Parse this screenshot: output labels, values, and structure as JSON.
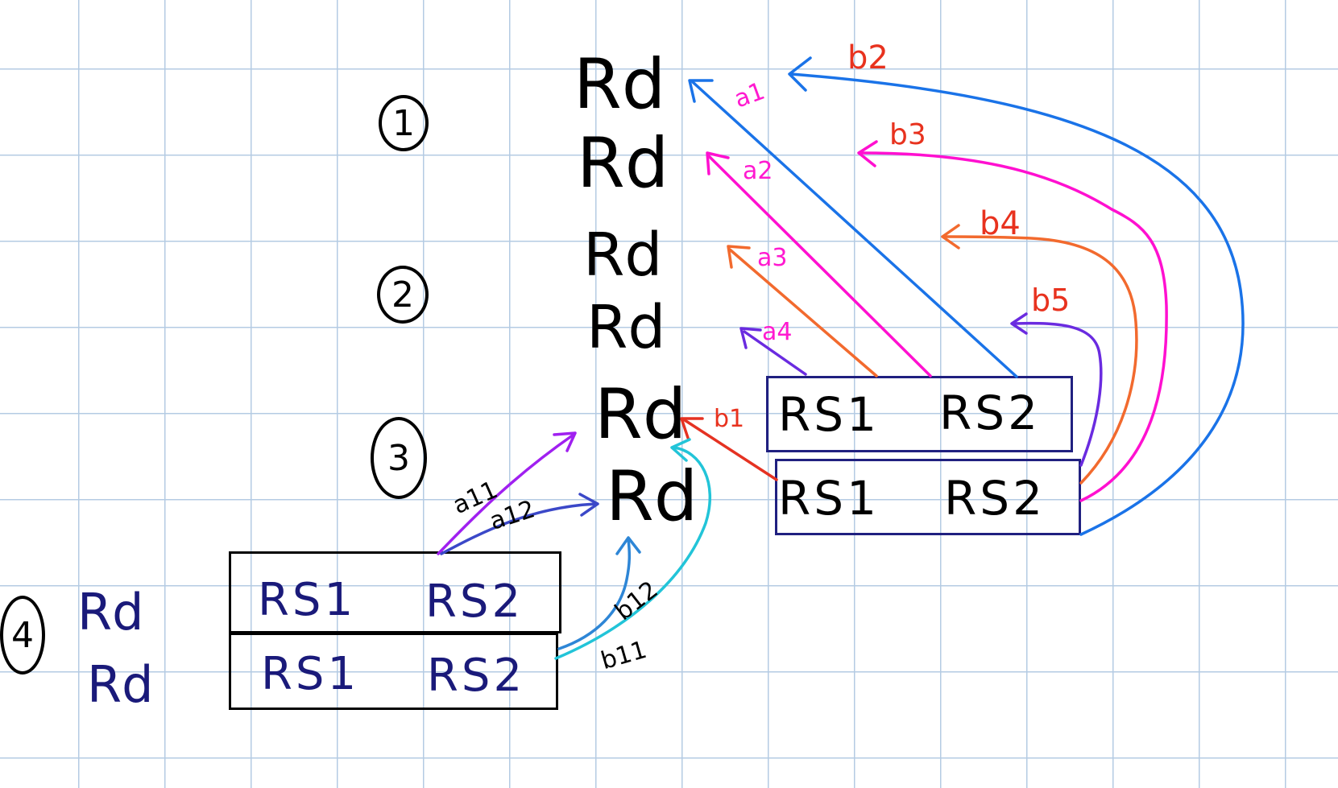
{
  "step_markers": [
    "1",
    "2",
    "3",
    "4"
  ],
  "destinations": {
    "rd1": "Rd",
    "rd2": "Rd",
    "rd3": "Rd",
    "rd4": "Rd",
    "rd5": "Rd",
    "rd6": "Rd"
  },
  "right_boxes": {
    "top": {
      "rs1": "RS1",
      "rs2": "RS2"
    },
    "bottom": {
      "rs1": "RS1",
      "rs2": "RS2"
    }
  },
  "bottom_group": {
    "rd_a": "Rd",
    "rd_b": "Rd",
    "box_top": {
      "rs1": "RS1",
      "rs2": "RS2"
    },
    "box_bottom": {
      "rs1": "RS1",
      "rs2": "RS2"
    }
  },
  "arrow_labels": {
    "a1": "a1",
    "a2": "a2",
    "a3": "a3",
    "a4": "a4",
    "b1": "b1",
    "b2": "b2",
    "b3": "b3",
    "b4": "b4",
    "b5": "b5",
    "a11": "a11",
    "a12": "a12",
    "b12": "b12",
    "b11": "b11"
  },
  "colors": {
    "ink": "#000000",
    "navy": "#1a1a7a",
    "box_border": "#202080",
    "blue": "#1a73e8",
    "magenta": "#ff10d0",
    "orange": "#f26a2e",
    "purple": "#6a2be0",
    "red": "#e53222",
    "label_red": "#e8321e",
    "label_magenta": "#ff1ad0",
    "violet": "#a020f0",
    "indigo": "#3b48c8",
    "cyan": "#22c4d8",
    "steel": "#2e86d6"
  }
}
